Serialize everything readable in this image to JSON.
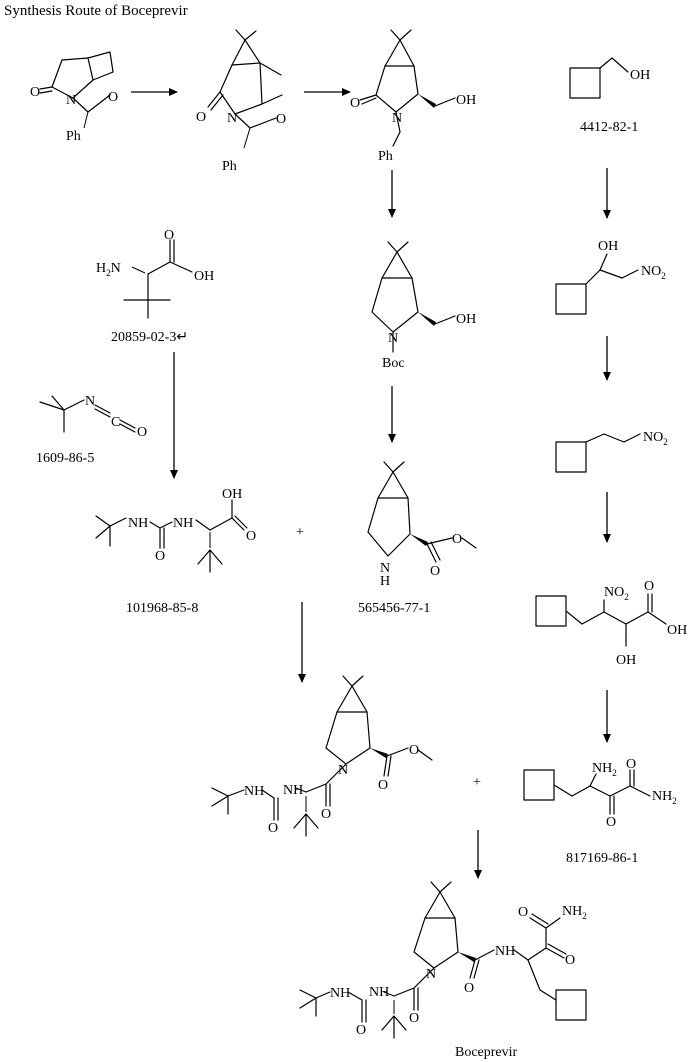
{
  "title": "Synthesis Route of Boceprevir",
  "atoms": {
    "o": "O",
    "n": "N",
    "h": "H",
    "oh": "OH",
    "ph": "Ph",
    "boc": "Boc",
    "nh": "NH",
    "no2_main": "NO",
    "no2_sub": "2",
    "nh2_main": "NH",
    "nh2_sub": "2",
    "h2n_main": "H",
    "h2n_sub": "2",
    "h2n_n": "N",
    "c": "C"
  },
  "cas": {
    "cyclobutylmethanol": "4412-82-1",
    "tert_leucine": "20859-02-3↵",
    "tbu_isocyanate": "1609-86-5",
    "urea_acid": "101968-85-8",
    "bicyclic_ester": "565456-77-1",
    "ketoamide": "817169-86-1"
  },
  "plus": "+",
  "product_name": "Boceprevir"
}
